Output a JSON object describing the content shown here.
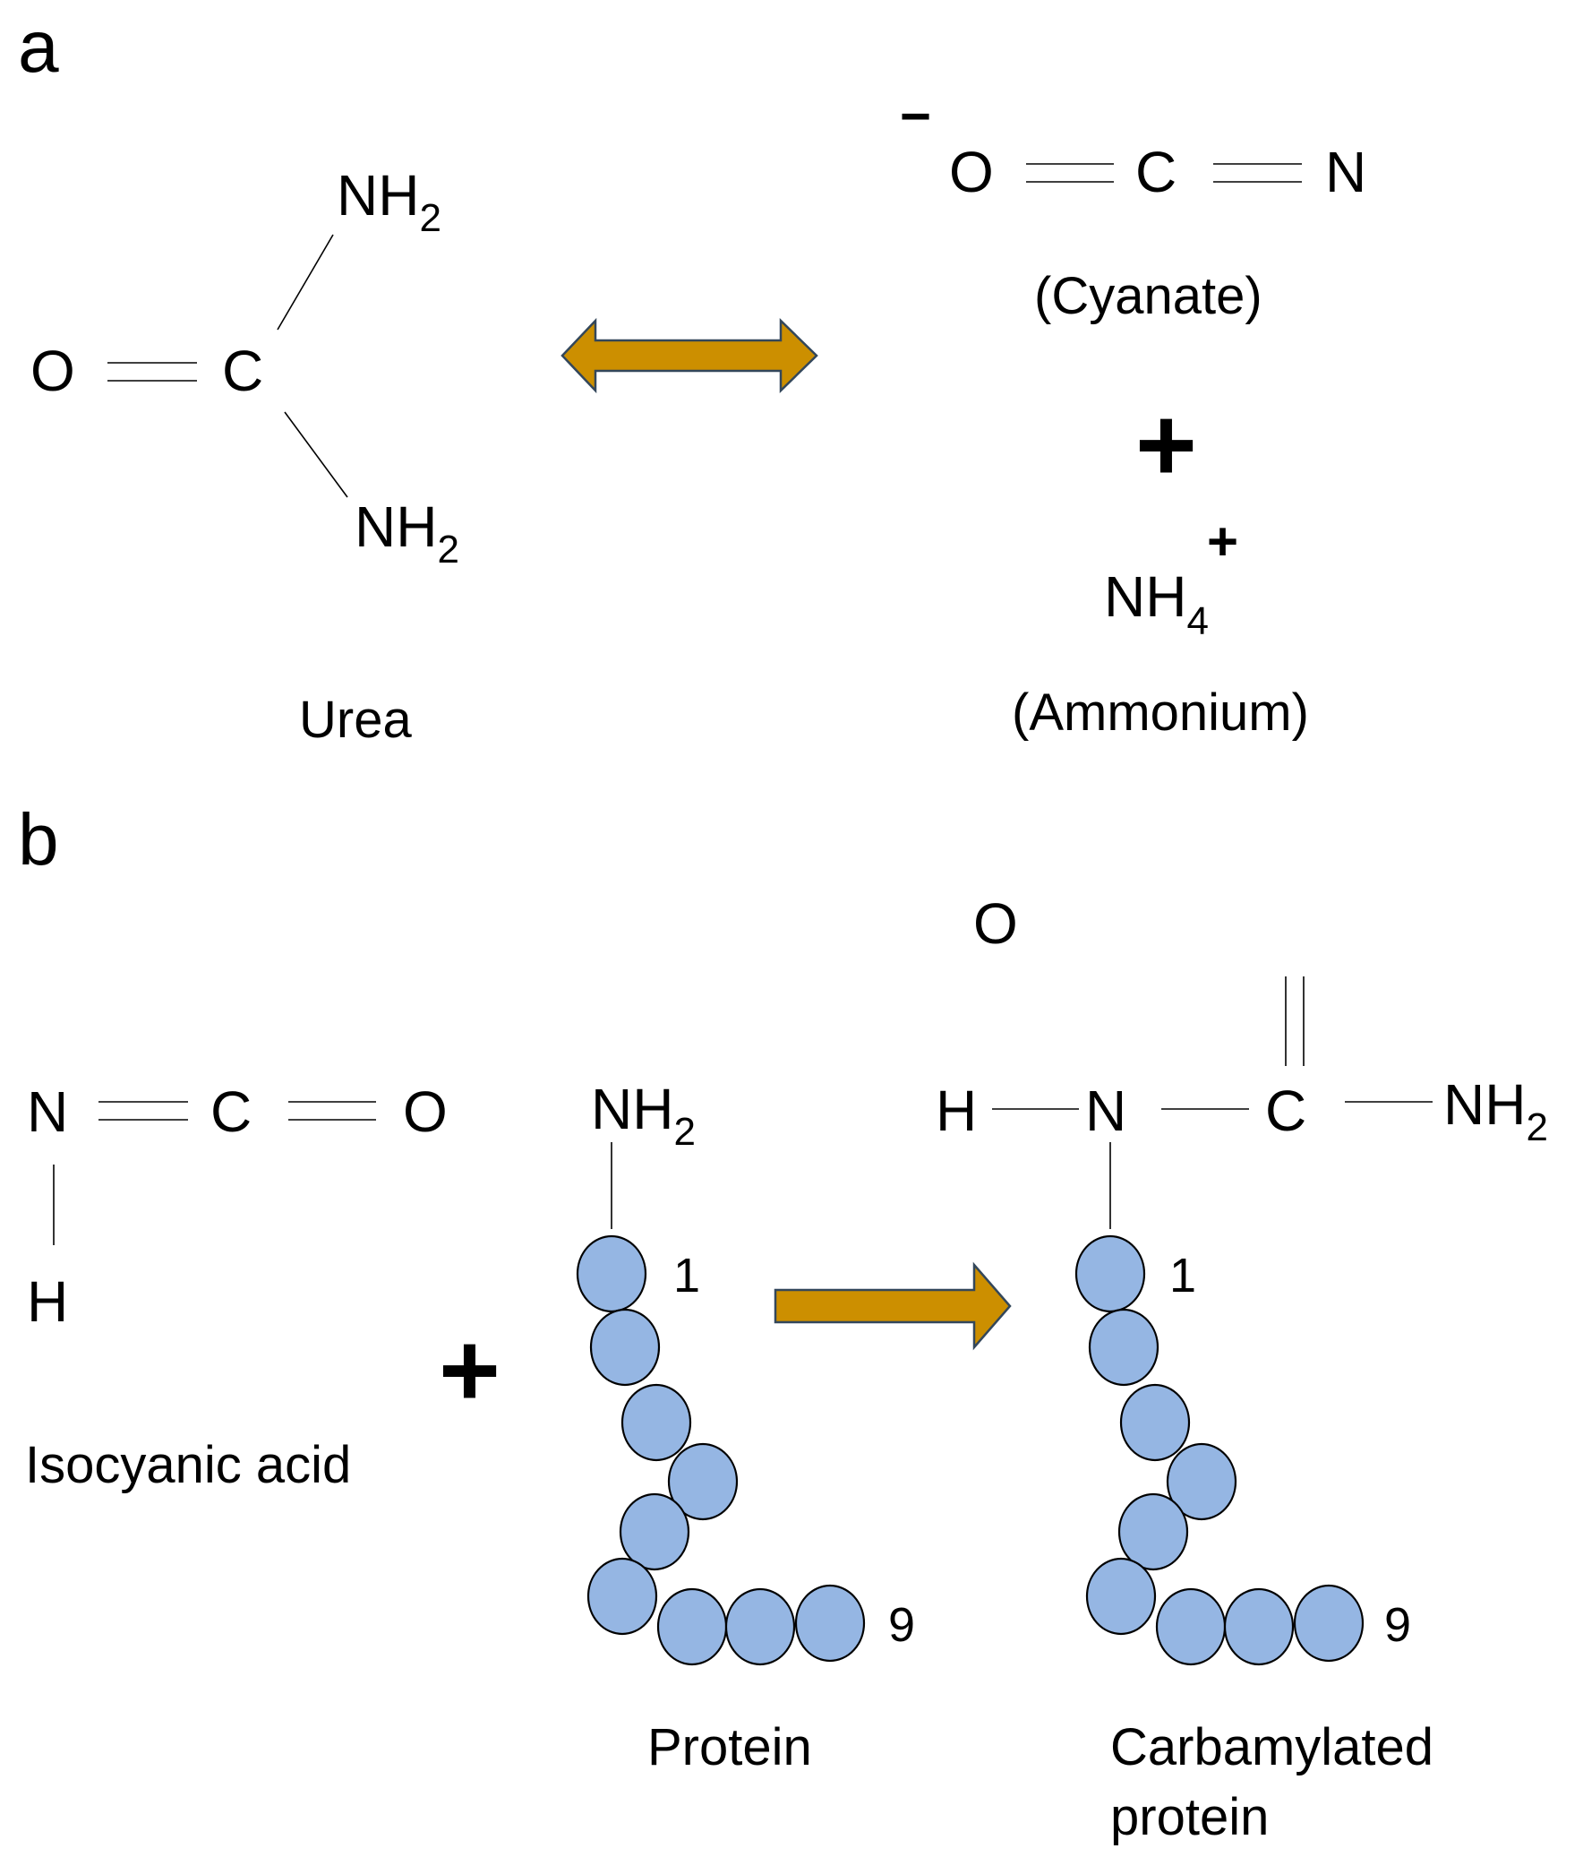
{
  "panel_a": {
    "letter": "a",
    "urea": {
      "atom_O": "O",
      "atom_C": "C",
      "nh_top_N": "NH",
      "nh_top_sub": "2",
      "nh_bottom_N": "NH",
      "nh_bottom_sub": "2",
      "caption": "Urea"
    },
    "cyanate": {
      "charge": "−",
      "atom_O": "O",
      "atom_C": "C",
      "atom_N": "N",
      "caption": "(Cyanate)"
    },
    "plus": "+",
    "ammonium": {
      "formula": "NH",
      "sub": "4",
      "charge": "+",
      "caption": "(Ammonium)"
    }
  },
  "panel_b": {
    "letter": "b",
    "isocyanic_acid": {
      "atom_N": "N",
      "atom_C": "C",
      "atom_O": "O",
      "atom_H": "H",
      "caption": "Isocyanic acid"
    },
    "plus": "+",
    "protein": {
      "amine_N": "NH",
      "amine_sub": "2",
      "first_residue_label": "1",
      "last_residue_label": "9",
      "caption": "Protein",
      "residue_count": 9
    },
    "carbamylated": {
      "atom_H": "H",
      "atom_N": "N",
      "atom_C": "C",
      "atom_O": "O",
      "amine_N": "NH",
      "amine_sub": "2",
      "first_residue_label": "1",
      "last_residue_label": "9",
      "caption_line1": "Carbamylated",
      "caption_line2": "protein",
      "residue_count": 9
    }
  },
  "colors": {
    "arrow_fill": "#cc8f00",
    "arrow_stroke": "#33475b",
    "residue_fill": "#95b6e3",
    "text": "#000000"
  }
}
